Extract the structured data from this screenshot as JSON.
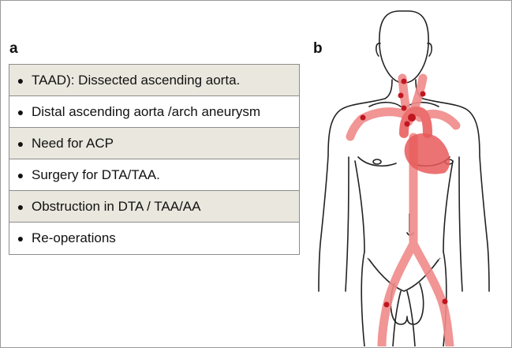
{
  "panels": {
    "a_label": "a",
    "b_label": "b"
  },
  "indications": [
    {
      "text": "TAAD):  Dissected ascending aorta.",
      "shaded": true
    },
    {
      "text": "Distal ascending aorta /arch aneurysm",
      "shaded": false
    },
    {
      "text": "Need for ACP",
      "shaded": true
    },
    {
      "text": "Surgery for DTA/TAA.",
      "shaded": false
    },
    {
      "text": "Obstruction in DTA / TAA/AA",
      "shaded": true
    },
    {
      "text": "Re-operations",
      "shaded": false
    }
  ],
  "colors": {
    "row_shade": "#eae8de",
    "vessel": "#f08a8a",
    "heart": "#e85a5a",
    "dot": "#c0161f",
    "outline": "#222222"
  }
}
